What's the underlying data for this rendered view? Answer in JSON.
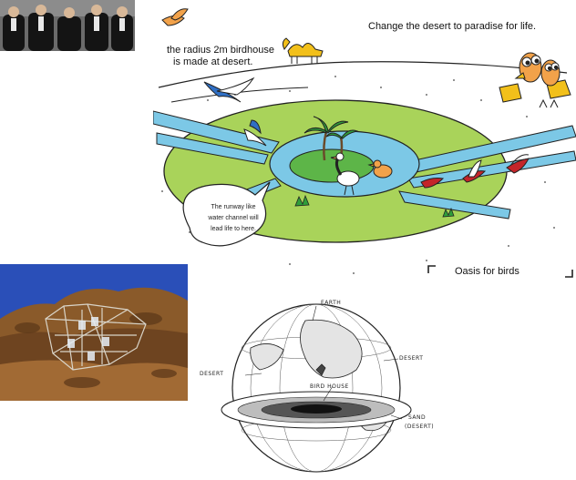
{
  "captions": {
    "title": "Change the desert to paradise for life.",
    "birdhouse_line1": "the radius 2m birdhouse",
    "birdhouse_line2": "is made at desert.",
    "oasis": "Oasis for birds",
    "bubble_line1": "The runway like",
    "bubble_line2": "water channel will",
    "bubble_line3": "lead life to here."
  },
  "globe_labels": {
    "earth": "EARTH",
    "desert_left": "DESERT",
    "desert_right": "DESERT",
    "bird_house": "BIRD HOUSE",
    "sand_line1": "SAND",
    "sand_line2": "(DESERT)"
  },
  "colors": {
    "grass": "#a9d35a",
    "water": "#7cc8e6",
    "palm": "#2f9e3a",
    "bird_orange": "#f2a24a",
    "bird_red": "#c4252a",
    "bird_blue": "#2f6fc4",
    "bird_yellow": "#f2c01a",
    "cliff": "#8a5a2a",
    "sky": "#2a4fb8"
  }
}
